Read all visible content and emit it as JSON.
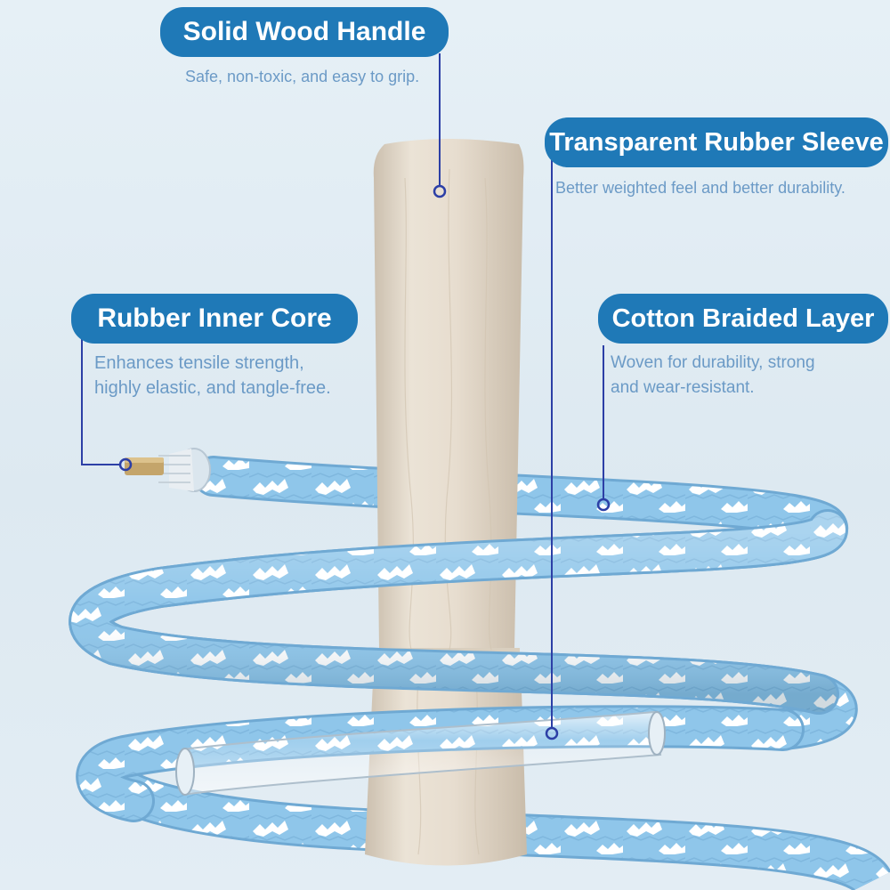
{
  "colors": {
    "tag_background": "#1f79b7",
    "tag_text": "#ffffff",
    "description_text": "#6b9ac6",
    "leader_line": "#2c3fa6",
    "rope_blue": "#8fc6ea",
    "rope_pattern": "#ffffff",
    "wood": "#e6dccd"
  },
  "callouts": {
    "handle": {
      "title": "Solid Wood Handle",
      "desc": [
        "Safe, non-toxic, and easy to grip."
      ],
      "icon": "dot-marker"
    },
    "sleeve": {
      "title": "Transparent Rubber Sleeve",
      "desc": [
        "Better weighted feel and better durability."
      ],
      "icon": "dot-marker"
    },
    "core": {
      "title": "Rubber Inner Core",
      "desc": [
        "Enhances tensile strength,",
        "highly elastic, and tangle-free."
      ],
      "icon": "dot-marker"
    },
    "braid": {
      "title": "Cotton Braided Layer",
      "desc": [
        "Woven for durability, strong",
        "and wear-resistant."
      ],
      "icon": "dot-marker"
    }
  }
}
